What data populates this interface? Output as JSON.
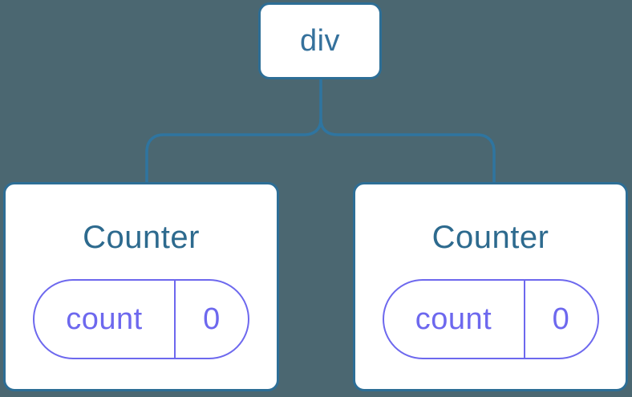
{
  "diagram": {
    "description": "Component tree diagram: a root div node connected to two Counter component nodes, each holding a count state of 0",
    "colors": {
      "background": "#4b6771",
      "connector_line": "#2f75a0",
      "node_border": "#2d6e96",
      "node_fill": "#ffffff",
      "node_text": "#2d6a8e",
      "state_accent": "#6d68ee"
    },
    "root": {
      "label": "div"
    },
    "children": [
      {
        "title": "Counter",
        "state_key": "count",
        "state_value": "0"
      },
      {
        "title": "Counter",
        "state_key": "count",
        "state_value": "0"
      }
    ]
  }
}
